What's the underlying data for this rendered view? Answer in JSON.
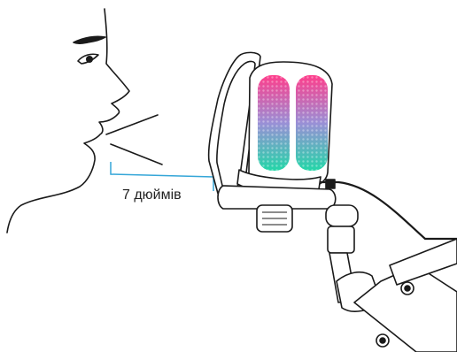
{
  "distance_label": "7 дюймів",
  "icons": {
    "face": "face-profile-illustration",
    "microphone": "rgb-microphone-illustration",
    "arm": "boom-arm-illustration"
  },
  "colors": {
    "line": "#1a1a1a",
    "bracket": "#35a6d8",
    "rgb_top": "#ff3d8b",
    "rgb_mid": "#9a8fd6",
    "rgb_bottom": "#23d6a8"
  }
}
